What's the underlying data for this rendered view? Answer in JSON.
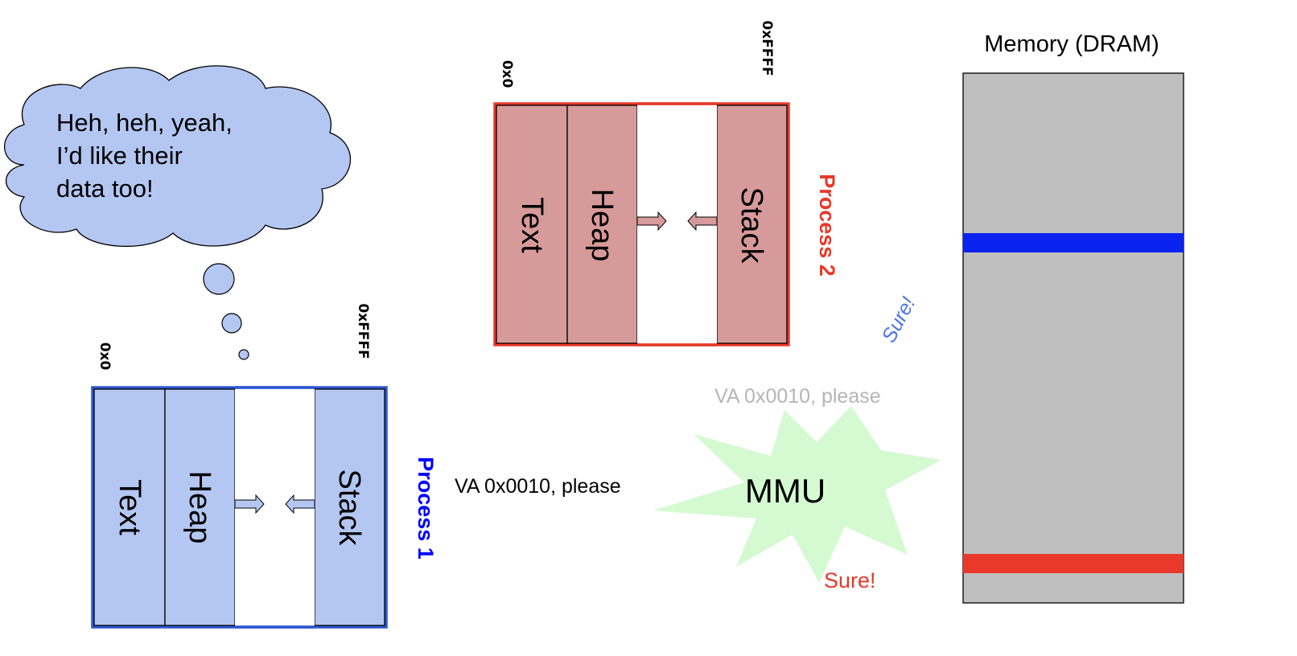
{
  "thought": {
    "lines": [
      "Heh, heh, yeah,",
      "I’d like their",
      "data too!"
    ]
  },
  "process1": {
    "name": "Process 1",
    "addr_low": "0x0",
    "addr_high": "0xFFFF",
    "segments": {
      "text": "Text",
      "heap": "Heap",
      "stack": "Stack"
    },
    "request": "VA 0x0010, please"
  },
  "process2": {
    "name": "Process 2",
    "addr_low": "0x0",
    "addr_high": "0xFFFF",
    "segments": {
      "text": "Text",
      "heap": "Heap",
      "stack": "Stack"
    },
    "request": "VA 0x0010, please"
  },
  "mmu": {
    "label": "MMU"
  },
  "replies": {
    "to_process1": "Sure!",
    "to_process2": "Sure!"
  },
  "memory": {
    "title": "Memory (DRAM)"
  },
  "colors": {
    "process1_fill": "#b4c7f2",
    "process1_border": "#2f58d0",
    "process1_label": "#0000ff",
    "process2_fill": "#d79a9a",
    "process2_border": "#e8392b",
    "process2_label": "#e8392b",
    "memory_fill": "#bfbfbf",
    "memory_band_process1": "#0a22f0",
    "memory_band_process2": "#e8392b",
    "mmu_fill": "#d5fad2",
    "sure_blue": "#4a74e6",
    "faded_text": "#b5b5b5"
  }
}
